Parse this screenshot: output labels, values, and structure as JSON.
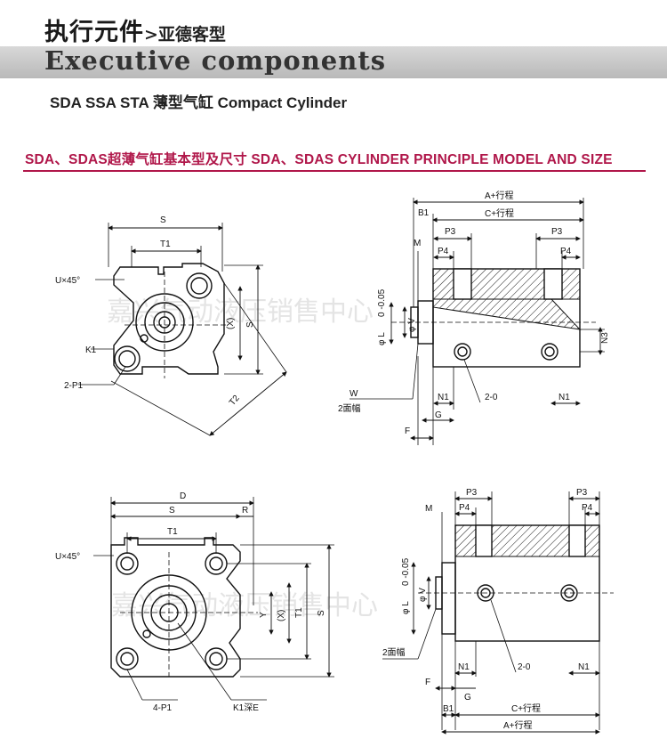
{
  "header": {
    "title_cn": "执行元件",
    "title_cn_sub": ">亚德客型",
    "title_en": "Executive components",
    "subtitle": "SDA  SSA  STA  薄型气缸 Compact Cylinder"
  },
  "section_title": "SDA、SDAS超薄气缸基本型及尺寸 SDA、SDAS CYLINDER PRINCIPLE MODEL AND SIZE",
  "watermark": "嘉兴气动液压销售中心",
  "top_front": {
    "S": "S",
    "T1": "T1",
    "U45": "U×45°",
    "X": "(X)",
    "S_side": "S",
    "K1": "K1",
    "P1": "2-P1",
    "T2": "T2"
  },
  "top_side": {
    "A": "A+行程",
    "B1": "B1",
    "C": "C+行程",
    "M": "M",
    "P3a": "P3",
    "P3b": "P3",
    "P4a": "P4",
    "P4b": "P4",
    "L": "φ L",
    "L_tol": "0\n-0.05",
    "V": "φ V",
    "N3": "N3",
    "W": "W",
    "W_note": "2面幅",
    "N1a": "N1",
    "N1b": "N1",
    "twoO": "2-0",
    "G": "G",
    "F": "F"
  },
  "bottom_front": {
    "D": "D",
    "S": "S",
    "R": "R",
    "T1": "T1",
    "U45": "U×45°",
    "Y": "Y",
    "X": "(X)",
    "T1_side": "T1",
    "S_side": "S",
    "P1": "4-P1",
    "K1": "K1深E"
  },
  "bottom_side": {
    "M": "M",
    "P3a": "P3",
    "P3b": "P3",
    "P4a": "P4",
    "P4b": "P4",
    "L": "φ L",
    "L_tol": "0\n-0.05",
    "V": "φ V",
    "W_note": "2面幅",
    "N1a": "N1",
    "N1b": "N1",
    "twoO": "2-0",
    "F": "F",
    "G": "G",
    "B1": "B1",
    "C": "C+行程",
    "A": "A+行程"
  }
}
